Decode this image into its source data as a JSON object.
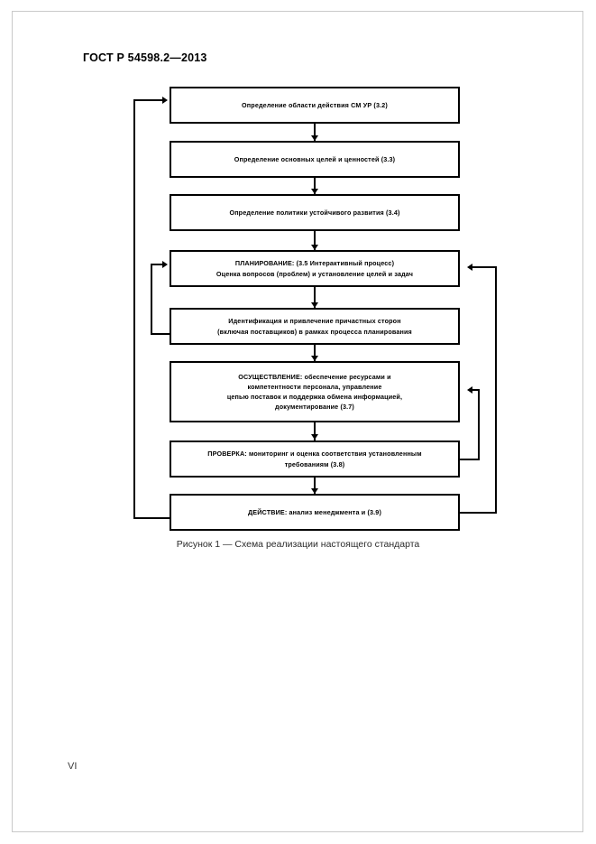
{
  "document": {
    "header": "ГОСТ Р 54598.2—2013",
    "page_number": "VI"
  },
  "figure": {
    "caption": "Рисунок 1 — Схема реализации настоящего стандарта",
    "nodes": [
      {
        "id": "scope",
        "lines": [
          "Определение области действия СМ УР (3.2)"
        ]
      },
      {
        "id": "goals-values",
        "lines": [
          "Определение основных целей и ценностей (3.3)"
        ]
      },
      {
        "id": "policy",
        "lines": [
          "Определение политики устойчивого развития (3.4)"
        ]
      },
      {
        "id": "planning",
        "lines": [
          "ПЛАНИРОВАНИЕ: (3.5 Интерактивный процесс)",
          "Оценка вопросов (проблем) и установление целей и задач"
        ]
      },
      {
        "id": "stakeholders",
        "lines": [
          "Идентификация и привлечение причастных сторон",
          "(включая поставщиков) в рамках процесса планирования"
        ]
      },
      {
        "id": "implementation",
        "lines": [
          "ОСУЩЕСТВЛЕНИЕ: обеспечение ресурсами и",
          "компетентности персонала, управление",
          "цепью поставок и поддержка обмена информацией,",
          "документирование (3.7)"
        ]
      },
      {
        "id": "check",
        "lines": [
          "ПРОВЕРКА: мониторинг и оценка соответствия установленным",
          "требованиям (3.8)"
        ]
      },
      {
        "id": "action",
        "lines": [
          "ДЕЙСТВИЕ: анализ менеджмента и (3.9)"
        ]
      }
    ],
    "colors": {
      "stroke": "#000000",
      "fill": "#ffffff",
      "text": "#000000"
    }
  }
}
